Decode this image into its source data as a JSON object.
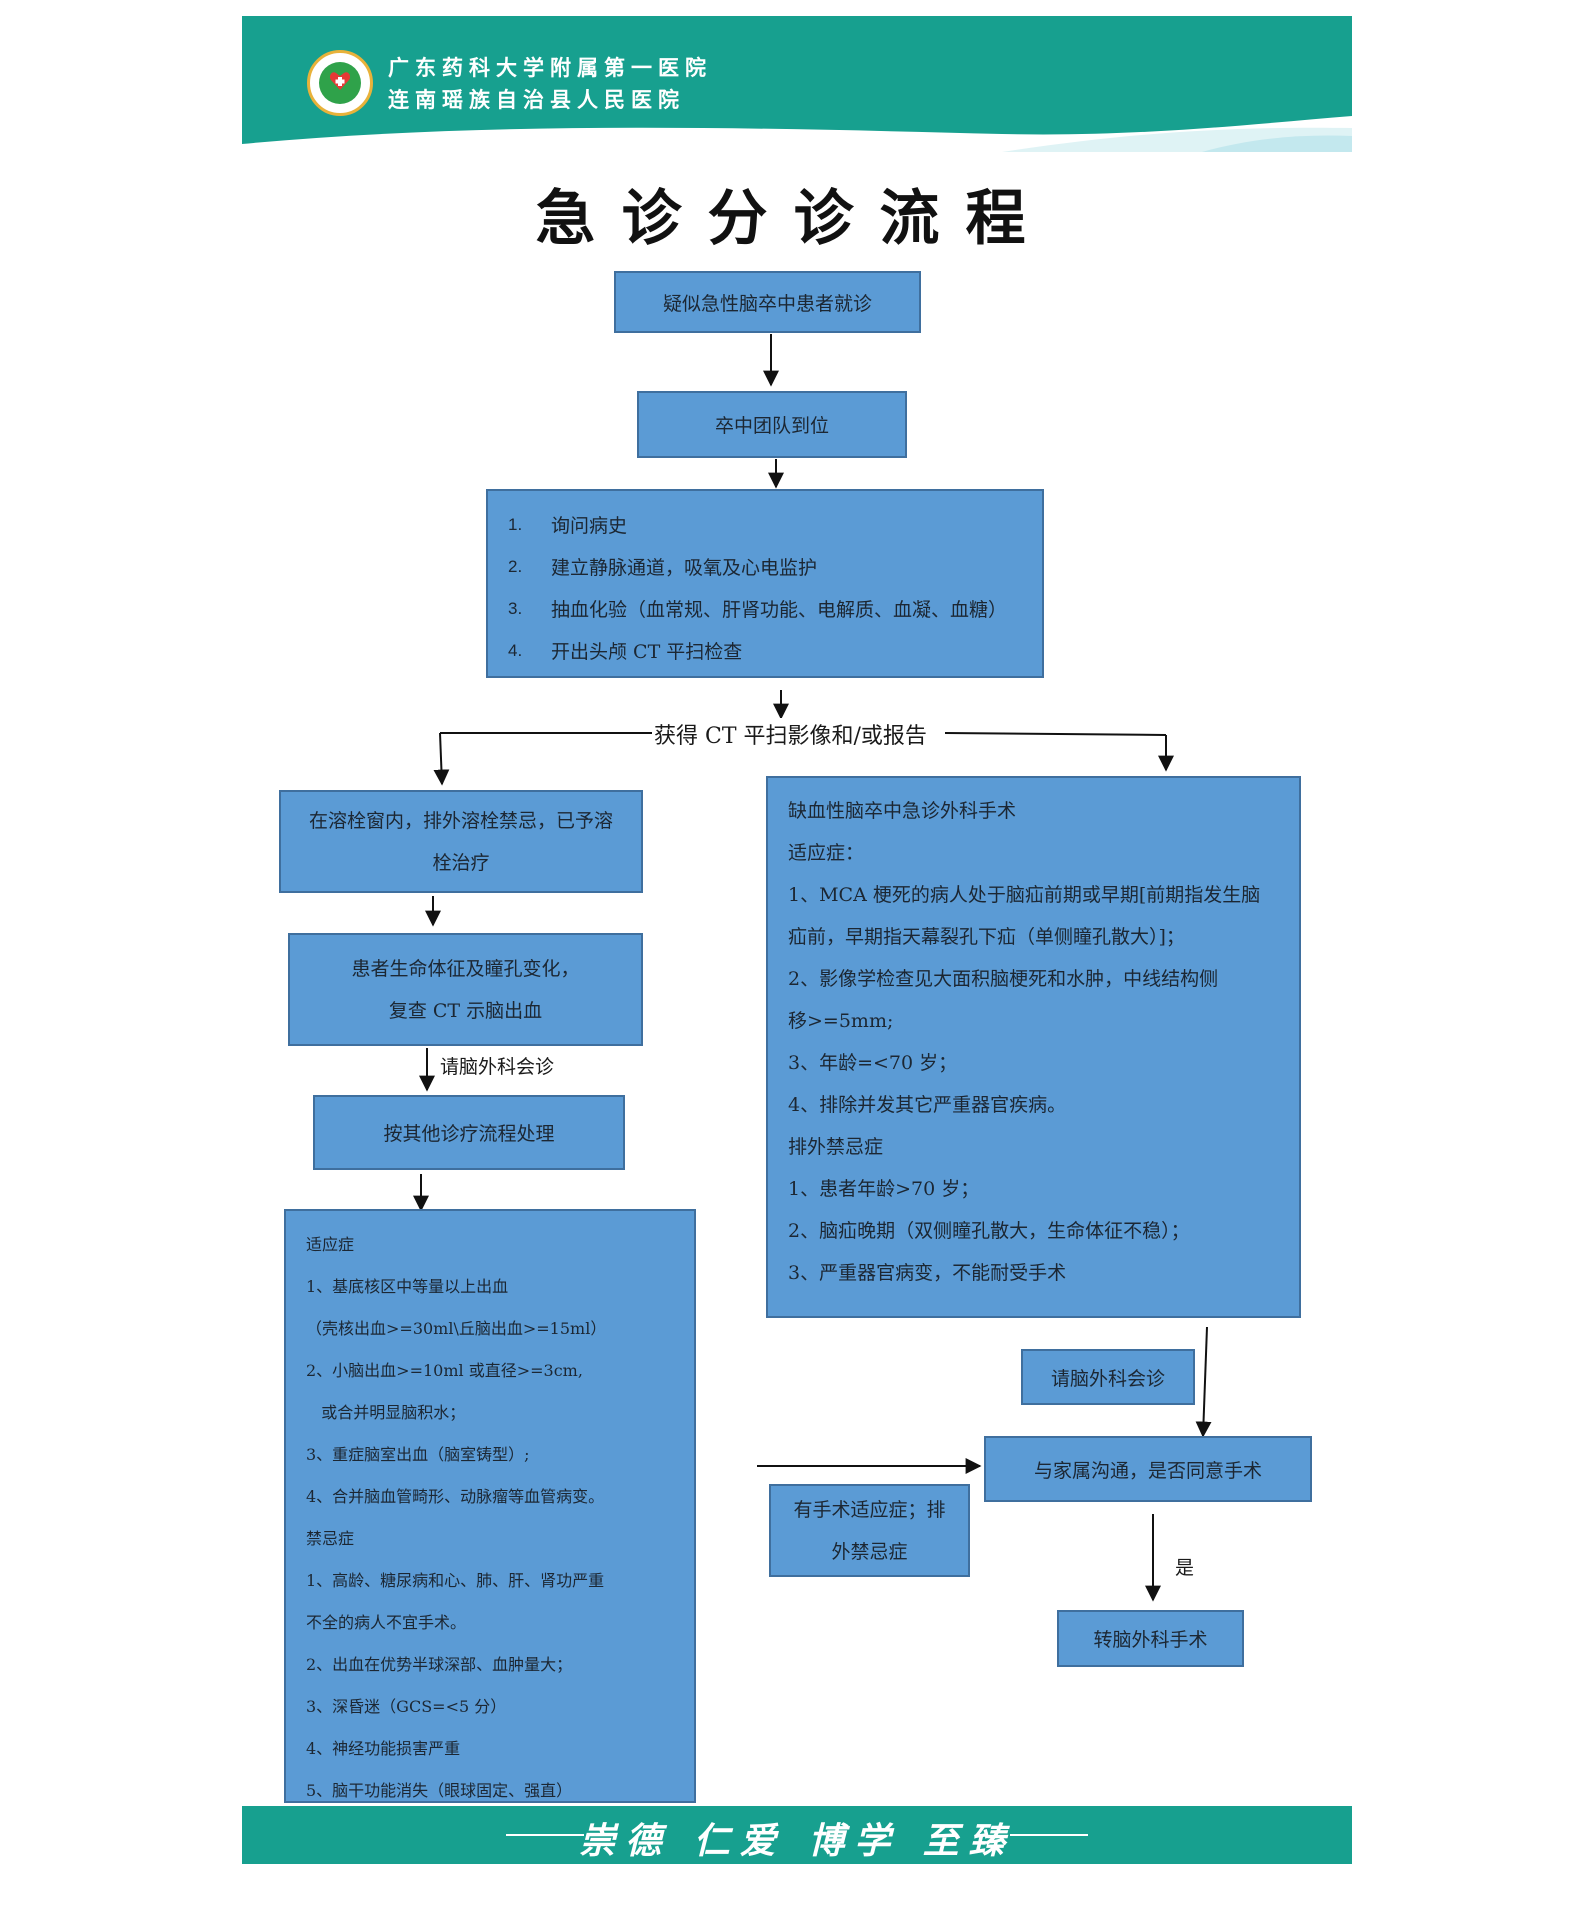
{
  "header": {
    "hospital_line1": "广东药科大学附属第一医院",
    "hospital_line2": "连南瑶族自治县人民医院",
    "brand_color": "#17a08f"
  },
  "title": "急诊分诊流程",
  "colors": {
    "box_fill": "#5b9bd5",
    "box_border": "#3f6f9e",
    "arrow": "#111111"
  },
  "flow": {
    "start": "疑似急性脑卒中患者就诊",
    "team": "卒中团队到位",
    "steps": {
      "numbers": [
        "1.",
        "2.",
        "3.",
        "4."
      ],
      "items": [
        "询问病史",
        "建立静脉通道，吸氧及心电监护",
        "抽血化验（血常规、肝肾功能、电解质、血凝、血糖）",
        "开出头颅 CT 平扫检查"
      ]
    },
    "ct_result": "获得 CT 平扫影像和/或报告",
    "thrombolysis": {
      "line1": "在溶栓窗内，排外溶栓禁忌，已予溶",
      "line2": "栓治疗"
    },
    "recheck": {
      "line1": "患者生命体征及瞳孔变化，",
      "line2": "复查 CT 示脑出血"
    },
    "neuro_consult_left": "请脑外科会诊",
    "other_process": "按其他诊疗流程处理",
    "hemorrhage_box": [
      "适应症",
      "1、基底核区中等量以上出血",
      "（壳核出血>=30ml\\丘脑出血>=15ml）",
      "2、小脑出血>=10ml 或直径>=3cm,",
      "   或合并明显脑积水；",
      "3、重症脑室出血（脑室铸型）;",
      "4、合并脑血管畸形、动脉瘤等血管病变。",
      "禁忌症",
      "1、高龄、糖尿病和心、肺、肝、肾功严重",
      "不全的病人不宜手术。",
      "2、出血在优势半球深部、血肿量大；",
      "3、深昏迷（GCS=<5 分）",
      "4、神经功能损害严重",
      "5、脑干功能消失（眼球固定、强直）"
    ],
    "ischemic_box": [
      "缺血性脑卒中急诊外科手术",
      "适应症：",
      "1、MCA 梗死的病人处于脑疝前期或早期[前期指发生脑",
      "疝前，早期指天幕裂孔下疝（单侧瞳孔散大）]；",
      "2、影像学检查见大面积脑梗死和水肿，中线结构侧",
      "移>=5mm;",
      "3、年龄=<70 岁；",
      "4、排除并发其它严重器官疾病。",
      "排外禁忌症",
      "1、患者年龄>70 岁；",
      "2、脑疝晚期（双侧瞳孔散大，生命体征不稳）；",
      "3、严重器官病变，不能耐受手术"
    ],
    "neuro_consult_right": "请脑外科会诊",
    "family": "与家属沟通，是否同意手术",
    "indication": {
      "line1": "有手术适应症；排",
      "line2": "外禁忌症"
    },
    "yes_label": "是",
    "transfer": "转脑外科手术"
  },
  "footer": {
    "slogan": "崇德 仁爱 博学 至臻"
  }
}
